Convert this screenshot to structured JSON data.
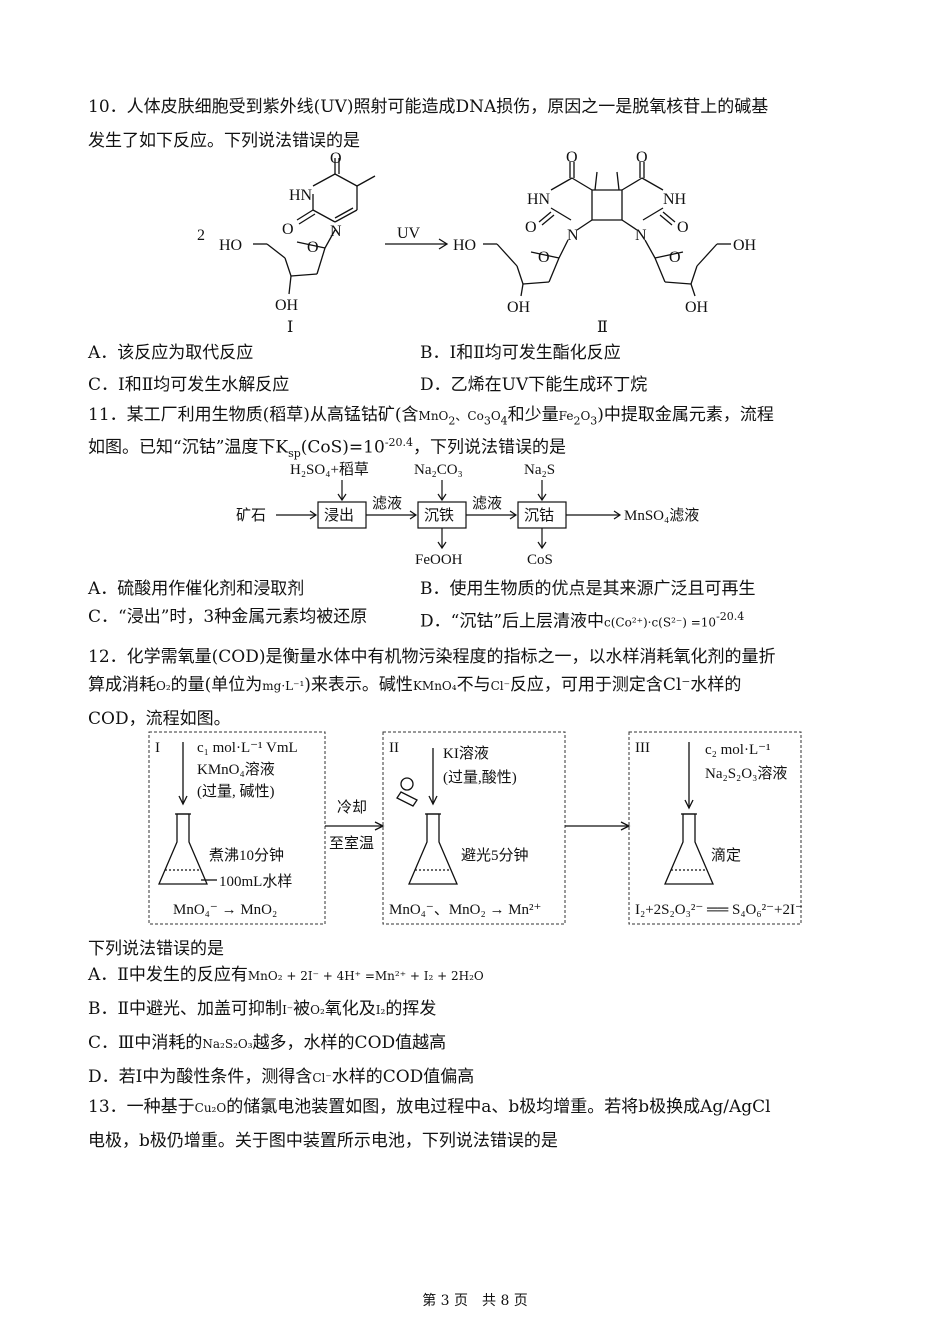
{
  "q10": {
    "line1": "10．人体皮肤细胞受到紫外线(UV)照射可能造成DNA损伤，原因之一是脱氧核苷上的碱基",
    "line2": "发生了如下反应。下列说法错误的是",
    "diagram": {
      "coef": "2",
      "arrow": "UV",
      "label1": "Ⅰ",
      "label2": "Ⅱ",
      "O": "O",
      "HN": "HN",
      "NH": "NH",
      "N": "N",
      "HO": "HO",
      "OH": "OH"
    },
    "A": "A．该反应为取代反应",
    "B": "B．Ⅰ和Ⅱ均可发生酯化反应",
    "C": "C．Ⅰ和Ⅱ均可发生水解反应",
    "D": "D．乙烯在UV下能生成环丁烷"
  },
  "q11": {
    "line1_a": "11．某工厂利用生物质(稻草)从高锰钴矿(含",
    "line1_b": "和少量",
    "line1_c": ")中提取金属元素，流程",
    "mno2": "MnO",
    "co3o4": "Co",
    "fe2o3": "Fe",
    "line2_a": "如图。已知“沉钴”温度下",
    "ksp": "K",
    "ksp_expr": "(CoS)=10",
    "ksp_exp": "-20.4",
    "line2_b": "，下列说法错误的是",
    "flow": {
      "in1": "H₂SO₄+稻草",
      "in2": "Na₂CO₃",
      "in3": "Na₂S",
      "start": "矿石",
      "box1": "浸出",
      "box2": "沉铁",
      "box3": "沉钴",
      "filt1": "滤液",
      "filt2": "滤液",
      "end": "MnSO₄滤液",
      "out2": "FeOOH",
      "out3": "CoS"
    },
    "A": "A．硫酸用作催化剂和浸取剂",
    "B": "B．使用生物质的优点是其来源广泛且可再生",
    "C": "C．“浸出”时，3种金属元素均被还原",
    "D": "D．“沉钴”后上层清液中",
    "D_expr": "c(Co²⁺)·c(S²⁻) =10",
    "D_exp": "-20.4"
  },
  "q12": {
    "line1": "12．化学需氧量(COD)是衡量水体中有机物污染程度的指标之一，以水样消耗氧化剂的量折",
    "line2_a": "算成消耗",
    "line2_b": "的量(单位为",
    "line2_c": ")来表示。碱性",
    "line2_d": "不与",
    "line2_e": "反应，可用于测定含Cl⁻水样的",
    "o2": "O₂",
    "unit": "mg·L⁻¹",
    "kmno4": "KMnO₄",
    "cl": "Cl⁻",
    "line3": "COD，流程如图。",
    "panel1": {
      "num": "I",
      "r1": "c₁ mol·L⁻¹ VmL",
      "r2": "KMnO₄溶液",
      "r3": "(过量, 碱性)",
      "note": "煮沸10分钟",
      "sample": "100mL水样",
      "eq": "MnO₄⁻ → MnO₂"
    },
    "mid": {
      "t1": "冷却",
      "t2": "至室温"
    },
    "panel2": {
      "num": "II",
      "r1": "KI溶液",
      "r2": "(过量,酸性)",
      "note": "避光5分钟",
      "eq": "MnO₄⁻、MnO₂ → Mn²⁺"
    },
    "panel3": {
      "num": "III",
      "r1": "c₂ mol·L⁻¹",
      "r2": "Na₂S₂O₃溶液",
      "note": "滴定",
      "eq": "I₂+2S₂O₃²⁻ ══ S₄O₆²⁻+2I⁻"
    },
    "q": "下列说法错误的是",
    "A_a": "A．Ⅱ中发生的反应有",
    "A_eq": "MnO₂ + 2I⁻ + 4H⁺ =Mn²⁺ + I₂ + 2H₂O",
    "B_a": "B．Ⅱ中避光、加盖可抑制",
    "B_i": "I⁻",
    "B_b": "被",
    "B_o2": "O₂",
    "B_c": "氧化及",
    "B_i2": "I₂",
    "B_d": "的挥发",
    "C_a": "C．Ⅲ中消耗的",
    "C_na": "Na₂S₂O₃",
    "C_b": "越多，水样的COD值越高",
    "D_a": "D．若Ⅰ中为酸性条件，测得含",
    "D_cl": "Cl⁻",
    "D_b": "水样的COD值偏高"
  },
  "q13": {
    "line1_a": "13．一种基于",
    "cu2o": "Cu₂O",
    "line1_b": "的储氯电池装置如图，放电过程中a、b极均增重。若将b极换成Ag/AgCl",
    "line2": "电极，b极仍增重。关于图中装置所示电池，下列说法错误的是"
  },
  "footer": "第 3 页　共 8 页"
}
